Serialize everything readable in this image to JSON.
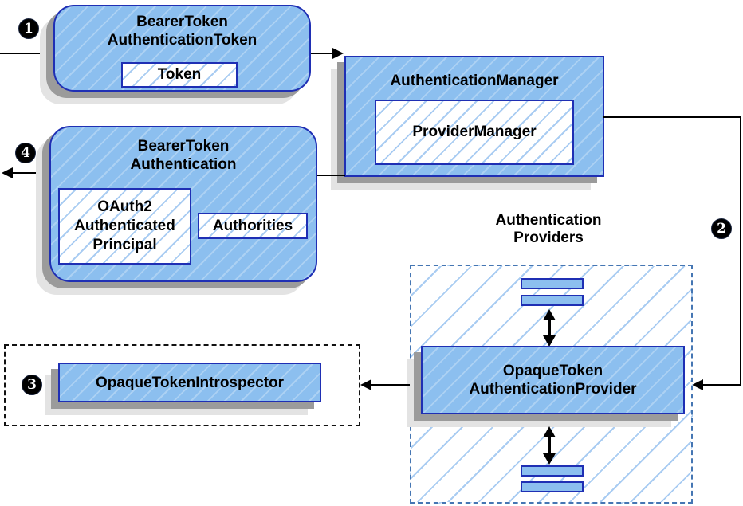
{
  "colors": {
    "box_fill": "#8CBFEF",
    "box_border": "#1F2FB4",
    "hatch_line": "#A9CCF2",
    "shadow_dark": "#9B9B9B",
    "shadow_light": "#E3E3E3",
    "provider_area_border": "#4576B3",
    "line_color": "#000000",
    "step_circle_bg": "#000000",
    "step_circle_text": "#FFFFFF"
  },
  "steps": {
    "step1": "1",
    "step2": "2",
    "step3": "3",
    "step4": "4"
  },
  "boxes": {
    "bearer_token_authentication_token": {
      "title_line1": "BearerToken",
      "title_line2": "AuthenticationToken",
      "token_label": "Token"
    },
    "authentication_manager": {
      "title": "AuthenticationManager",
      "inner_label": "ProviderManager"
    },
    "bearer_token_authentication": {
      "title_line1": "BearerToken",
      "title_line2": "Authentication",
      "principal_line1": "OAuth2",
      "principal_line2": "Authenticated",
      "principal_line3": "Principal",
      "authorities_label": "Authorities"
    },
    "authentication_providers": {
      "label_line1": "Authentication",
      "label_line2": "Providers"
    },
    "opaque_token_authentication_provider": {
      "title_line1": "OpaqueToken",
      "title_line2": "AuthenticationProvider"
    },
    "opaque_token_introspector": {
      "title": "OpaqueTokenIntrospector"
    }
  }
}
